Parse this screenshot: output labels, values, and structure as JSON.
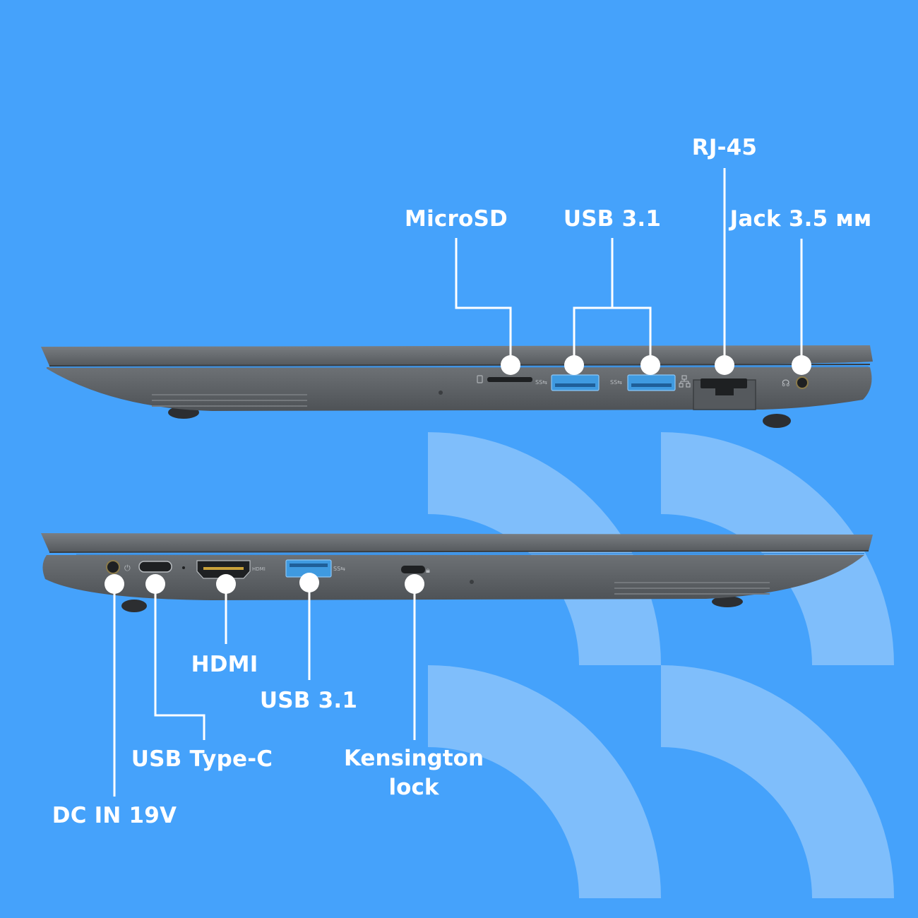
{
  "colors": {
    "background": "#45a2fb",
    "decor": "#7fbefb",
    "laptop_body": "#5f6367",
    "port_blue": "#3f9ae0",
    "callout": "#ffffff"
  },
  "right_side_ports": {
    "microsd": "MicroSD",
    "usb_a": "USB 3.1",
    "rj45": "RJ-45",
    "jack": "Jack 3.5 мм"
  },
  "left_side_ports": {
    "hdmi": "HDMI",
    "usb_a": "USB 3.1",
    "usb_c": "USB Type-C",
    "kensington_line1": "Kensington",
    "kensington_line2": "lock",
    "dc_in": "DC IN 19V"
  },
  "icons": [
    "sd-card-icon",
    "usb-ss-icon",
    "network-icon",
    "headphone-icon",
    "power-icon",
    "hdmi-icon",
    "lock-icon"
  ]
}
